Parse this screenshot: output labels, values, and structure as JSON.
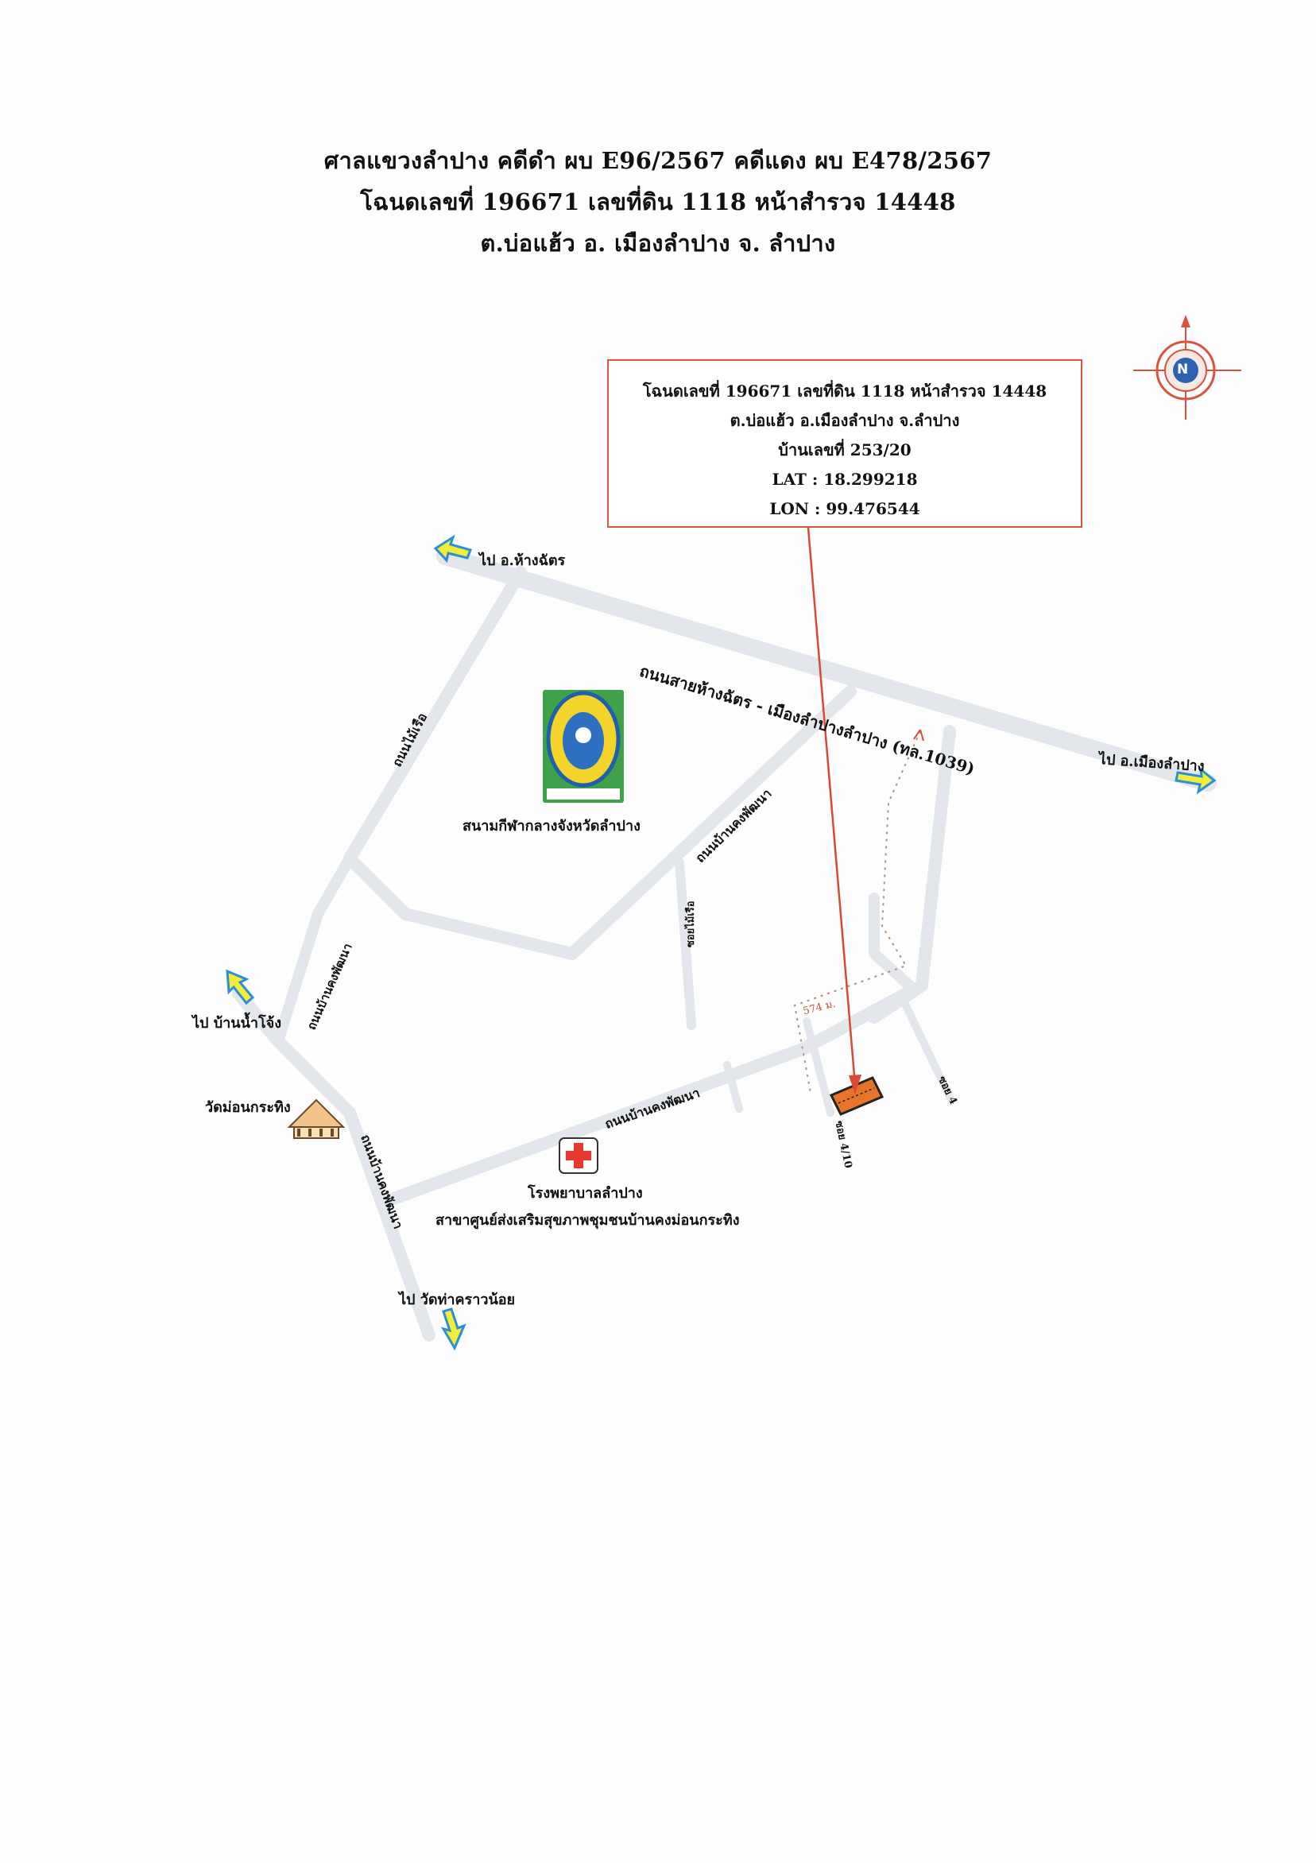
{
  "header": {
    "line1": "ศาลแขวงลำปาง  คดีดำ ผบ E96/2567  คดีแดง ผบ E478/2567",
    "line2": "โฉนดเลขที่ 196671  เลขที่ดิน 1118  หน้าสำรวจ 14448",
    "line3": "ต.บ่อแฮ้ว  อ. เมืองลำปาง  จ. ลำปาง"
  },
  "info_box": {
    "line1": "โฉนดเลขที่ 196671  เลขที่ดิน 1118  หน้าสำรวจ 14448",
    "line2": "ต.บ่อแฮ้ว  อ.เมืองลำปาง  จ.ลำปาง",
    "line3": "บ้านเลขที่ 253/20",
    "line4": "LAT : 18.299218",
    "line5": "LON : 99.476544"
  },
  "compass": {
    "label": "N"
  },
  "roads": {
    "highway": "ถนนสายห้างฉัตร - เมืองลำปางลำปาง (ทล.1039)",
    "mairue": "ถนนไม้เรือ",
    "bankhong_1": "ถนนบ้านคงพัฒนา",
    "bankhong_2": "ถนนบ้านคงพัฒนา",
    "bankhong_3": "ถนนบ้านคงพัฒนา",
    "bankhong_4": "ถนนบ้านคงพัฒนา",
    "mairue_soi": "ซอยไม้เรือ",
    "soi4": "ซอย 4",
    "soi4_10": "ซอย 4/10",
    "distance": "574 ม."
  },
  "directions": {
    "hangchat": "ไป อ.ห้างฉัตร",
    "mueang": "ไป อ.เมืองลำปาง",
    "namphong": "ไป บ้านน้ำโจ้ง",
    "thakrao": "ไป วัดท่าคราวน้อย"
  },
  "places": {
    "stadium": "สนามกีฬากลางจังหวัดลำปาง",
    "temple": "วัดม่อนกระทิง",
    "hospital_1": "โรงพยาบาลลำปาง",
    "hospital_2": "สาขาศูนย์ส่งเสริมสุขภาพชุมชนบ้านคงม่อนกระทิง"
  },
  "colors": {
    "road": "#e5e8ec",
    "road_edge": "#d3d8de",
    "pointer": "#d94a35",
    "parcel": "#e8742c",
    "arrow_fill": "#f2ec3a",
    "arrow_edge": "#2a8fd6",
    "compass": "#d9533d"
  }
}
